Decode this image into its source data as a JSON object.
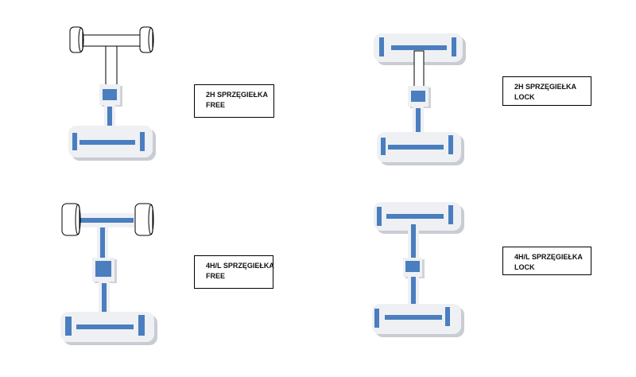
{
  "colors": {
    "active_drive": "#4a7ebf",
    "inactive_outline": "#000000",
    "pad": "#eef0f3",
    "pad_shadow": "#c9ccd2",
    "background": "#ffffff"
  },
  "diagrams": [
    {
      "id": "2h-free",
      "front_axle": "inactive",
      "front_shaft": "inactive",
      "label": {
        "line1": "2H SPRZĘGIEŁKA",
        "line2": "FREE"
      }
    },
    {
      "id": "2h-lock",
      "front_axle": "active",
      "front_shaft": "inactive",
      "label": {
        "line1": "2H SPRZĘGIEŁKA",
        "line2": "LOCK"
      }
    },
    {
      "id": "4hl-free",
      "front_axle": "inactive-wheels",
      "front_shaft": "active",
      "label": {
        "line1": "4H/L  SPRZĘGIEŁKA",
        "line2": "FREE"
      }
    },
    {
      "id": "4hl-lock",
      "front_axle": "active",
      "front_shaft": "active",
      "label": {
        "line1": "4H/L  SPRZĘGIEŁKA",
        "line2": "LOCK"
      }
    }
  ]
}
